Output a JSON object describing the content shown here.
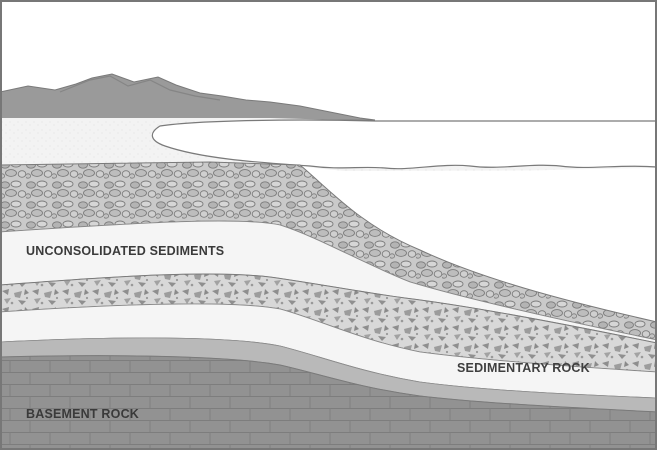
{
  "diagram": {
    "labels": {
      "unconsolidated_sediments": "UNCONSOLIDATED SEDIMENTS",
      "sedimentary_rock": "SEDIMENTARY ROCK",
      "basement_rock": "BASEMENT ROCK"
    },
    "colors": {
      "mountain": "#9a9a9a",
      "mountain_ridge": "#8a8a8a",
      "sand": "#f1f1f1",
      "water": "#ffffff",
      "gravel": "#c9c9c9",
      "gravel_stone": "#a9a9a9",
      "sediment_light": "#f4f4f4",
      "rubble": "#d4d4d4",
      "rubble_stone": "#959595",
      "gray_band": "#b8b8b8",
      "basement": "#909090",
      "basement_lines": "#7f7f7f",
      "outline": "#6e6e6e"
    }
  }
}
